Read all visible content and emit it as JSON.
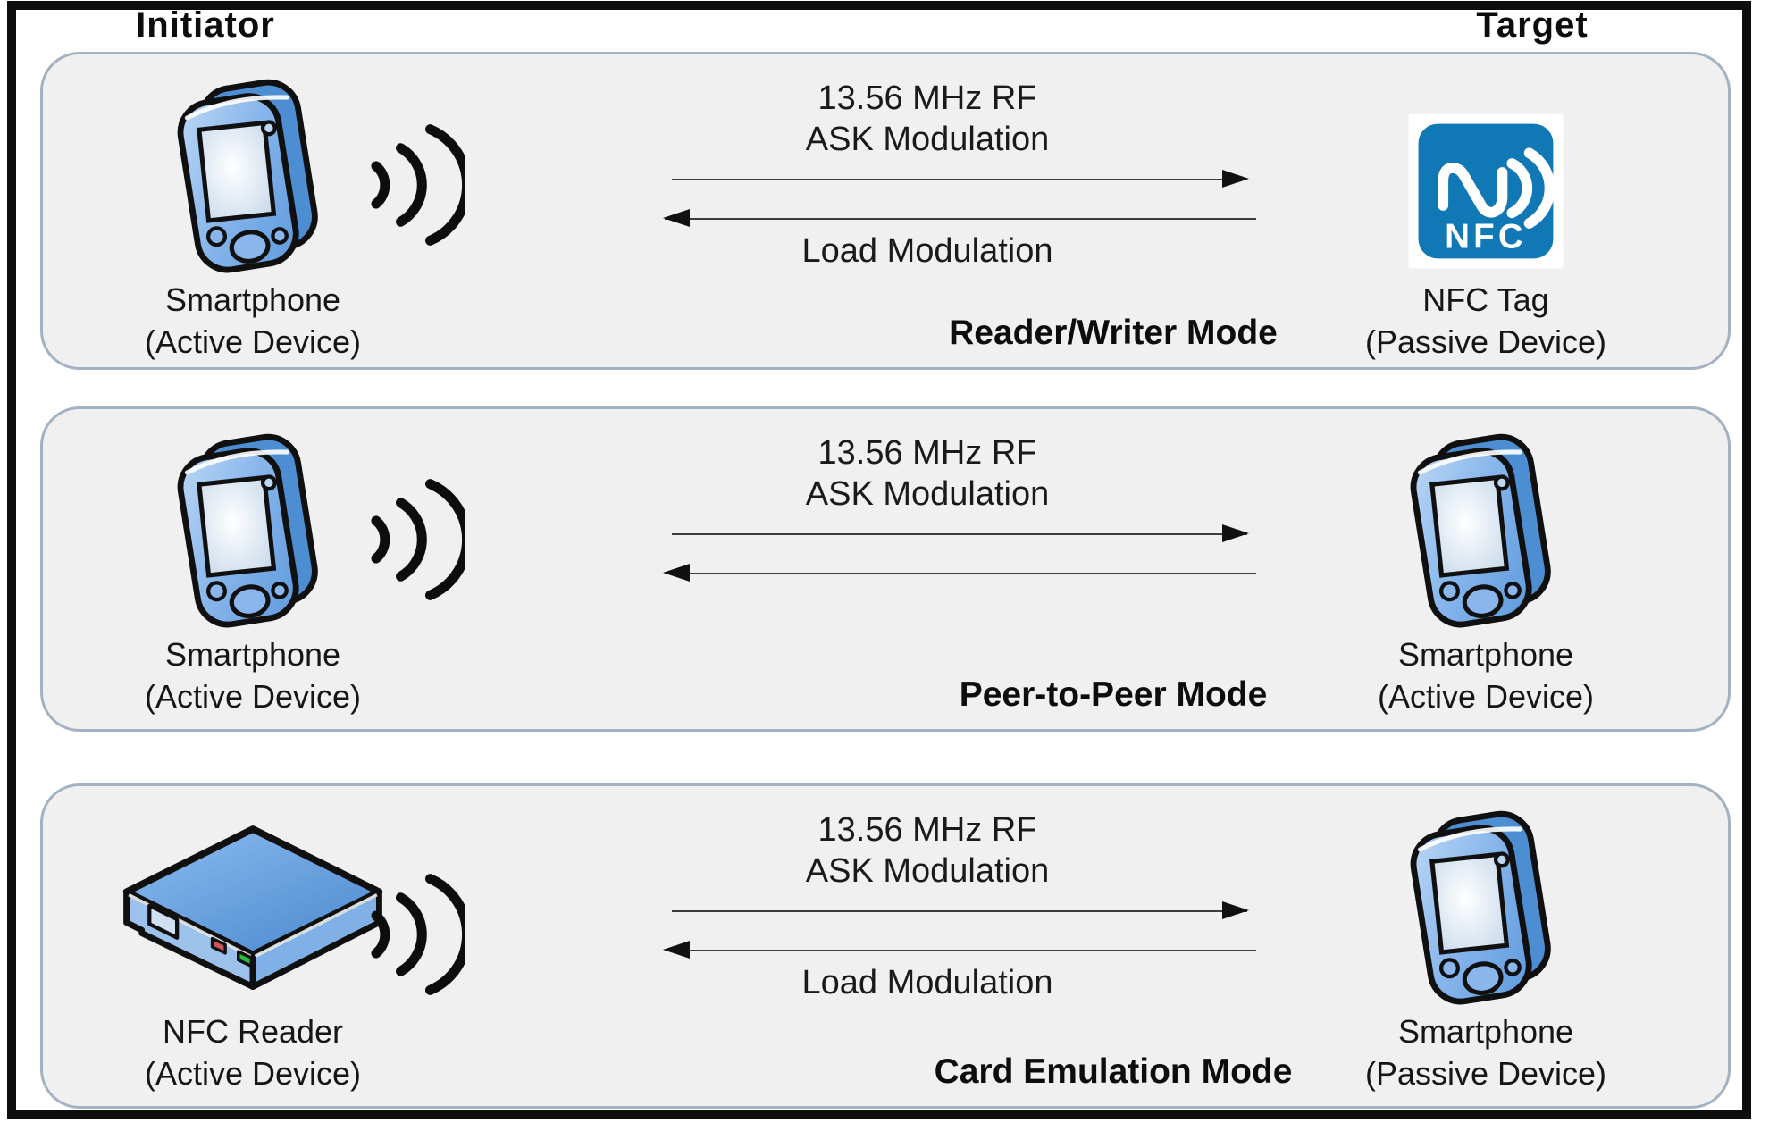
{
  "header": {
    "initiator": "Initiator",
    "target": "Target"
  },
  "panels": [
    {
      "mode_label": "Reader/Writer Mode",
      "initiator": {
        "device": "smartphone",
        "name": "Smartphone",
        "role": "(Active Device)"
      },
      "target": {
        "device": "nfc-tag",
        "name": "NFC Tag",
        "role": "(Passive Device)"
      },
      "forward_label_line1": "13.56 MHz RF",
      "forward_label_line2": "ASK Modulation",
      "return_label": "Load Modulation"
    },
    {
      "mode_label": "Peer-to-Peer Mode",
      "initiator": {
        "device": "smartphone",
        "name": "Smartphone",
        "role": "(Active Device)"
      },
      "target": {
        "device": "smartphone",
        "name": "Smartphone",
        "role": "(Active Device)"
      },
      "forward_label_line1": "13.56 MHz RF",
      "forward_label_line2": "ASK Modulation",
      "return_label": ""
    },
    {
      "mode_label": "Card Emulation Mode",
      "initiator": {
        "device": "nfc-reader",
        "name": "NFC Reader",
        "role": "(Active Device)"
      },
      "target": {
        "device": "smartphone",
        "name": "Smartphone",
        "role": "(Passive Device)"
      },
      "forward_label_line1": "13.56 MHz RF",
      "forward_label_line2": "ASK Modulation",
      "return_label": "Load Modulation"
    }
  ],
  "nfc_logo_text": "NFC",
  "colors": {
    "nfc_blue": "#1078b4",
    "device_blue": "#7aace6",
    "device_blue_dark": "#4d8dd2",
    "panel_bg": "#f0f0f0",
    "panel_border": "#a3b2c2",
    "frame": "#0d0d0d",
    "arrow": "#111111",
    "led_red": "#cc5555",
    "led_green": "#2fbb3a"
  }
}
